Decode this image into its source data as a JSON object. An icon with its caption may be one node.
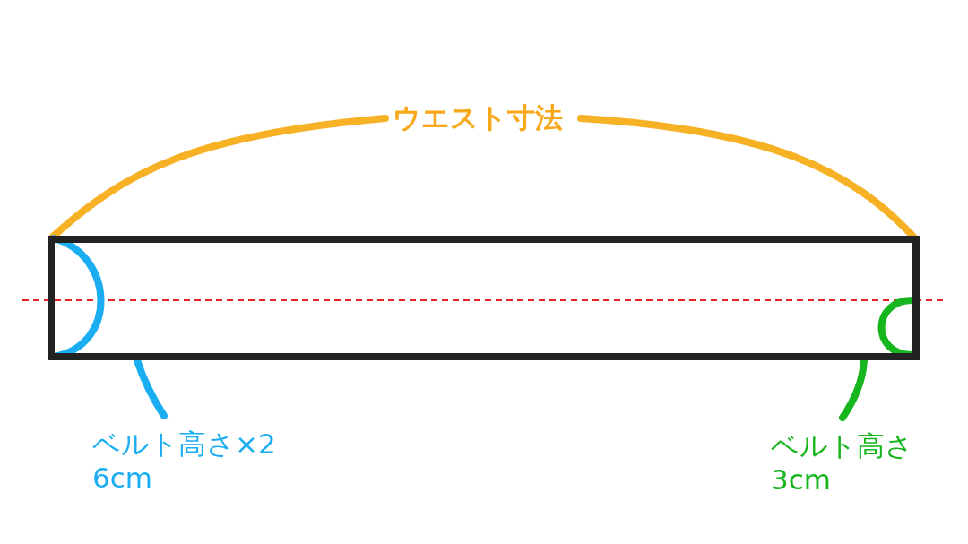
{
  "diagram": {
    "nodes": [
      {
        "text": [],
        "shape": "box"
      },
      {
        "text": [
          "ベルト高さ×2",
          "6cm"
        ]
      },
      {
        "text": [
          "ベルト高さ",
          "3cm"
        ]
      }
    ],
    "edges": [
      {
        "from": 1,
        "to": 0,
        "arrow": "none",
        "color": "#1aadf2"
      },
      {
        "from": 2,
        "to": 0,
        "arrow": "none",
        "color": "#17b51e"
      }
    ],
    "labels": [
      "ウエスト寸法"
    ]
  }
}
